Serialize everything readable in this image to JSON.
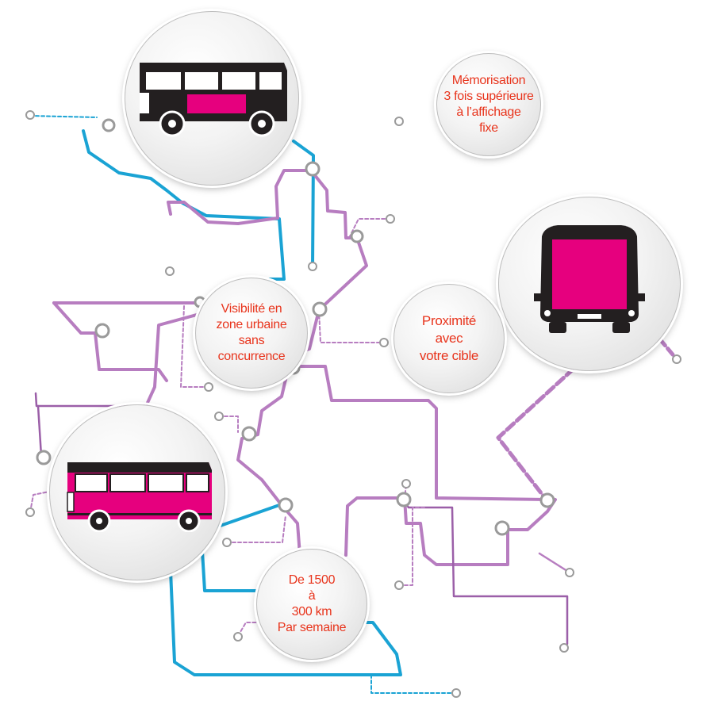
{
  "bubbles": {
    "memorisation": {
      "lines": [
        "Mémorisation",
        "3 fois supérieure",
        "à l’affichage",
        "fixe"
      ]
    },
    "visibilite": {
      "lines": [
        "Visibilité  en",
        "zone urbaine",
        "sans",
        "concurrence"
      ]
    },
    "proximite": {
      "lines": [
        "Proximité",
        "avec",
        "votre cible"
      ]
    },
    "distance": {
      "lines": [
        "De 1500",
        "à",
        "300 km",
        "Par semaine"
      ]
    }
  },
  "icons": {
    "bus_side_top": "bus-side-black-icon",
    "bus_rear": "bus-rear-icon",
    "bus_side_bottom": "bus-side-pink-icon"
  },
  "colors": {
    "blue_line": "#1aa3d4",
    "purple_line": "#b77dc0",
    "dark_purple_line": "#9b5fa8",
    "accent_pink": "#e6007e",
    "bus_black": "#231f20",
    "text_orange": "#e8341c",
    "stop_gray": "#9a9a9a"
  }
}
